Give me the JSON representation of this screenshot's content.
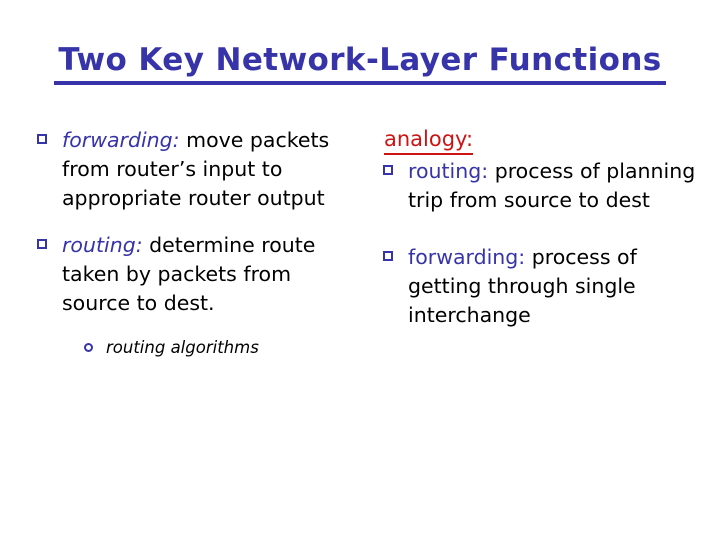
{
  "slide": {
    "title": "Two Key Network-Layer Functions",
    "title_color": "#3634a8",
    "background_color": "#ffffff"
  },
  "left_column": {
    "bullets": [
      {
        "marker": "square-bullet",
        "term": "forwarding:",
        "term_color": "#3634a8",
        "term_style": "italic",
        "body": " move packets from router’s input to appropriate router output"
      },
      {
        "marker": "square-bullet",
        "term": "routing:",
        "term_color": "#3634a8",
        "term_style": "italic",
        "body": " determine route taken by packets from source to dest."
      }
    ],
    "sub_bullets": [
      {
        "marker": "circle-bullet",
        "text": "routing algorithms"
      }
    ]
  },
  "right_column": {
    "heading": "analogy:",
    "heading_color": "#cc1414",
    "bullets": [
      {
        "marker": "square-bullet",
        "term": "routing:",
        "term_color": "#3634a8",
        "term_style": "normal",
        "body": " process of planning trip from source to dest"
      },
      {
        "marker": "square-bullet",
        "term": "forwarding:",
        "term_color": "#3634a8",
        "term_style": "normal",
        "body": " process of getting through single interchange"
      }
    ]
  }
}
